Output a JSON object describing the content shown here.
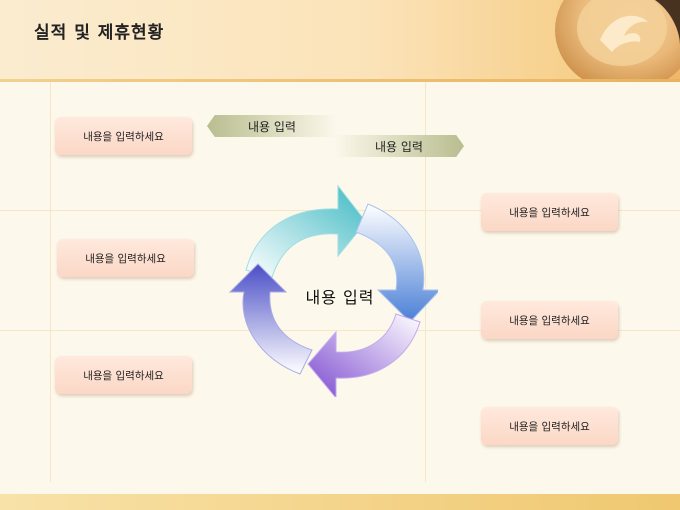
{
  "slide": {
    "title": "실적 및 제휴현황",
    "banner_top": "내용 입력",
    "banner_right": "내용 입력",
    "center_label": "내용 입력",
    "left_boxes": [
      "내용을 입력하세요",
      "내용을 입력하세요",
      "내용을 입력하세요"
    ],
    "right_boxes": [
      "내용을 입력하세요",
      "내용을 입력하세요",
      "내용을 입력하세요"
    ]
  },
  "colors": {
    "arrow_teal": "#5fc8cf",
    "arrow_blue": "#5a8fdf",
    "arrow_purple": "#8a5ad8",
    "arrow_indigo": "#5a5fd0",
    "box_fill": "#fbd7c6",
    "banner_fill": "#b9bd8f"
  }
}
